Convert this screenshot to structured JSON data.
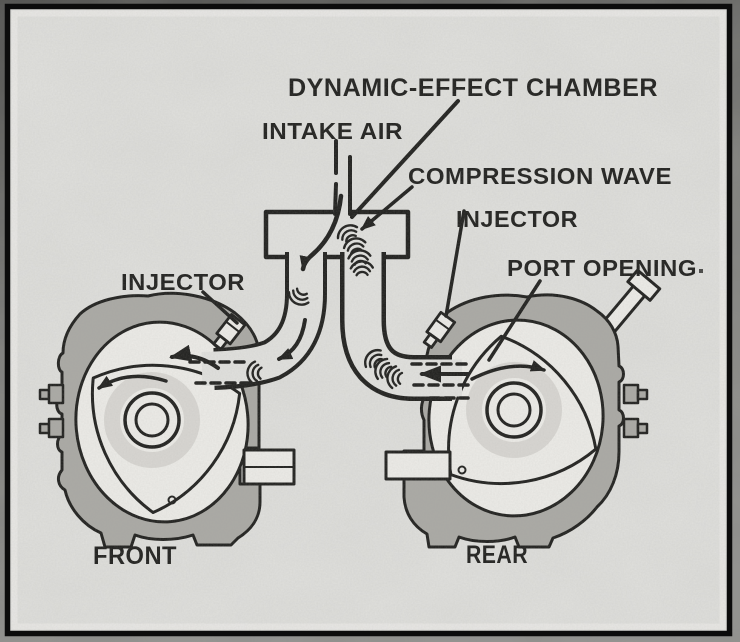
{
  "diagram": {
    "type": "scanned-technical-illustration",
    "subject": "Twin-rotor rotary engine dynamic-effect intake system",
    "labels": {
      "dynamic_effect_chamber": "DYNAMIC-EFFECT CHAMBER",
      "intake_air": "INTAKE AIR",
      "compression_wave": "COMPRESSION WAVE",
      "injector_right": "INJECTOR",
      "injector_left": "INJECTOR",
      "port_opening": "PORT OPENING",
      "engine_front": "FRONT",
      "engine_rear": "REAR"
    },
    "colors": {
      "paper": "#e1e1de",
      "ink": "#1c1c1a",
      "casting": "#a9a8a3",
      "interior": "#edece8",
      "frame": "#0c0c0c",
      "margin_dark": "#515150",
      "margin_light": "#8a8a87"
    }
  }
}
